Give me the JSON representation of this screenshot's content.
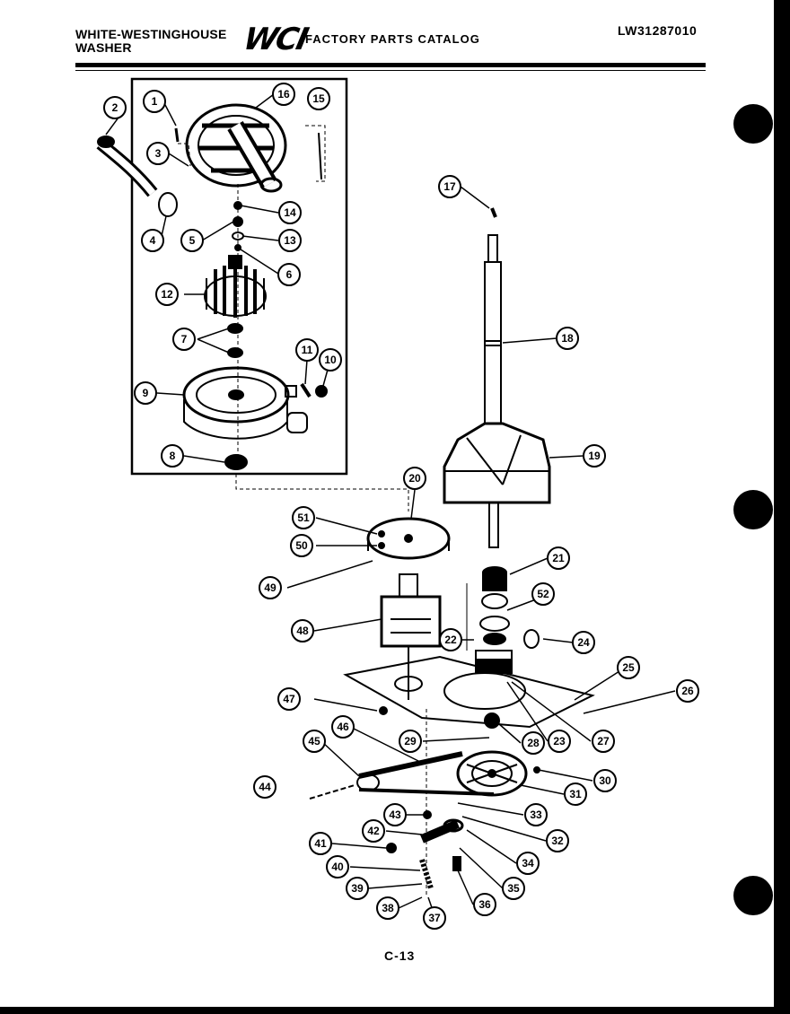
{
  "header": {
    "brand_line1": "WHITE-WESTINGHOUSE",
    "brand_line2": "WASHER",
    "logo": "WCI",
    "catalog_title": "FACTORY PARTS CATALOG",
    "model_number": "LW31287010"
  },
  "footer": {
    "page_number": "C-13"
  },
  "callouts": [
    "1",
    "2",
    "3",
    "4",
    "5",
    "6",
    "7",
    "8",
    "9",
    "10",
    "11",
    "12",
    "13",
    "14",
    "15",
    "16",
    "17",
    "18",
    "19",
    "20",
    "21",
    "22",
    "23",
    "24",
    "25",
    "26",
    "27",
    "28",
    "29",
    "30",
    "31",
    "32",
    "33",
    "34",
    "35",
    "36",
    "37",
    "38",
    "39",
    "40",
    "41",
    "42",
    "43",
    "44",
    "45",
    "46",
    "47",
    "48",
    "49",
    "50",
    "51",
    "52"
  ],
  "colors": {
    "ink": "#000000",
    "paper": "#ffffff",
    "background": "#000000"
  }
}
